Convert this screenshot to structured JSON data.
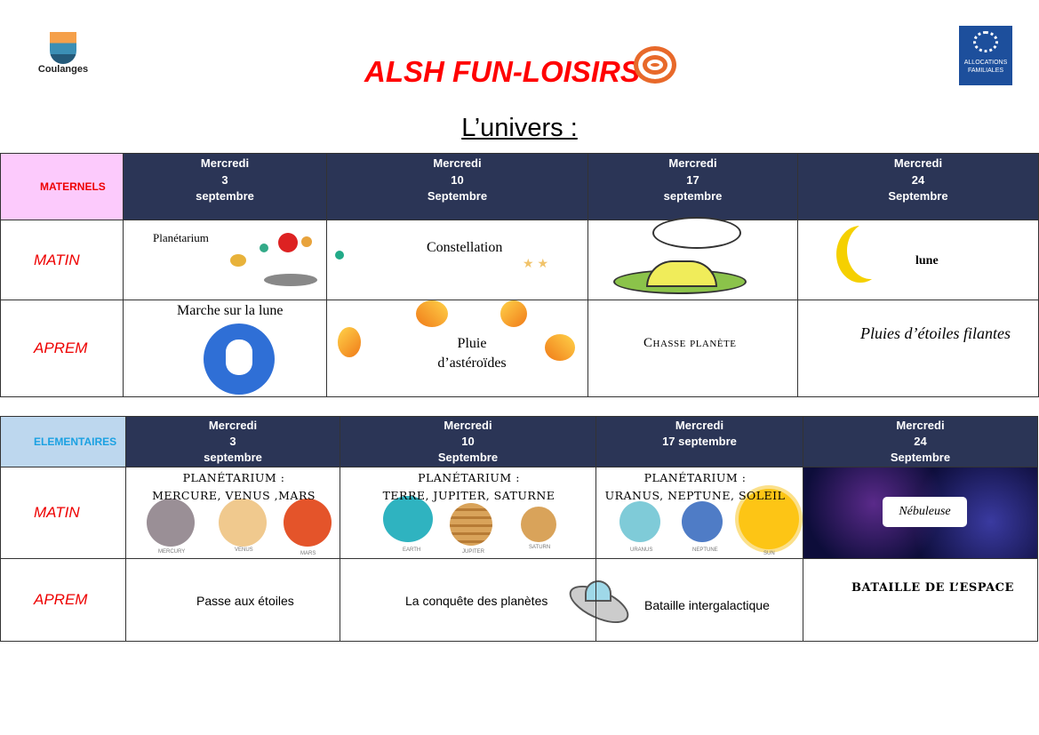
{
  "header": {
    "town_logo": "Coulanges",
    "title": "ALSH FUN-LOISIRS",
    "caf_logo": "ALLOCATIONS FAMILIALES",
    "subtitle": "L’univers :"
  },
  "maternels": {
    "label": "MATERNELS",
    "days": [
      [
        "Mercredi",
        "3",
        "septembre"
      ],
      [
        "Mercredi",
        "10",
        "Septembre"
      ],
      [
        "Mercredi",
        "17",
        "septembre"
      ],
      [
        "Mercredi",
        "24",
        "Septembre"
      ]
    ],
    "rows": [
      {
        "label": "MATIN",
        "activities": [
          "Planétarium",
          "Constellation",
          "",
          "lune"
        ]
      },
      {
        "label": "APREM",
        "activities": [
          "Marche sur la lune",
          "Pluie d’astéroïdes",
          "Chasse planète",
          "Pluies d’étoiles filantes"
        ]
      }
    ]
  },
  "elementaires": {
    "label": "ELEMENTAIRES",
    "days": [
      [
        "Mercredi",
        "3",
        "septembre"
      ],
      [
        "Mercredi",
        "10",
        "Septembre"
      ],
      [
        "Mercredi",
        "17 septembre",
        ""
      ],
      [
        "Mercredi",
        "24",
        "Septembre"
      ]
    ],
    "rows": [
      {
        "label": "MATIN",
        "activities": [
          [
            "PLANÉTARIUM :",
            "MERCURE, VENUS ,MARS"
          ],
          [
            "PLANÉTARIUM :",
            "TERRE, JUPITER, SATURNE"
          ],
          [
            "PLANÉTARIUM :",
            "URANUS, NEPTUNE, SOLEIL"
          ],
          "Nébuleuse"
        ]
      },
      {
        "label": "APREM",
        "activities": [
          "Passe aux étoiles",
          "La conquête des planètes",
          "Bataille intergalactique",
          "BATAILLE DE L’ESPACE"
        ]
      }
    ],
    "planet_labels": [
      "MERCURY",
      "VENUS",
      "MARS",
      "EARTH",
      "JUPITER",
      "SATURN",
      "URANUS",
      "NEPTUNE",
      "SUN"
    ]
  },
  "colors": {
    "header_bg": "#2b3556",
    "title_red": "#ff0000",
    "maternels_bg": "#fccafc",
    "elementaires_bg": "#bdd7ee",
    "elementaires_text": "#1ba1e2"
  }
}
